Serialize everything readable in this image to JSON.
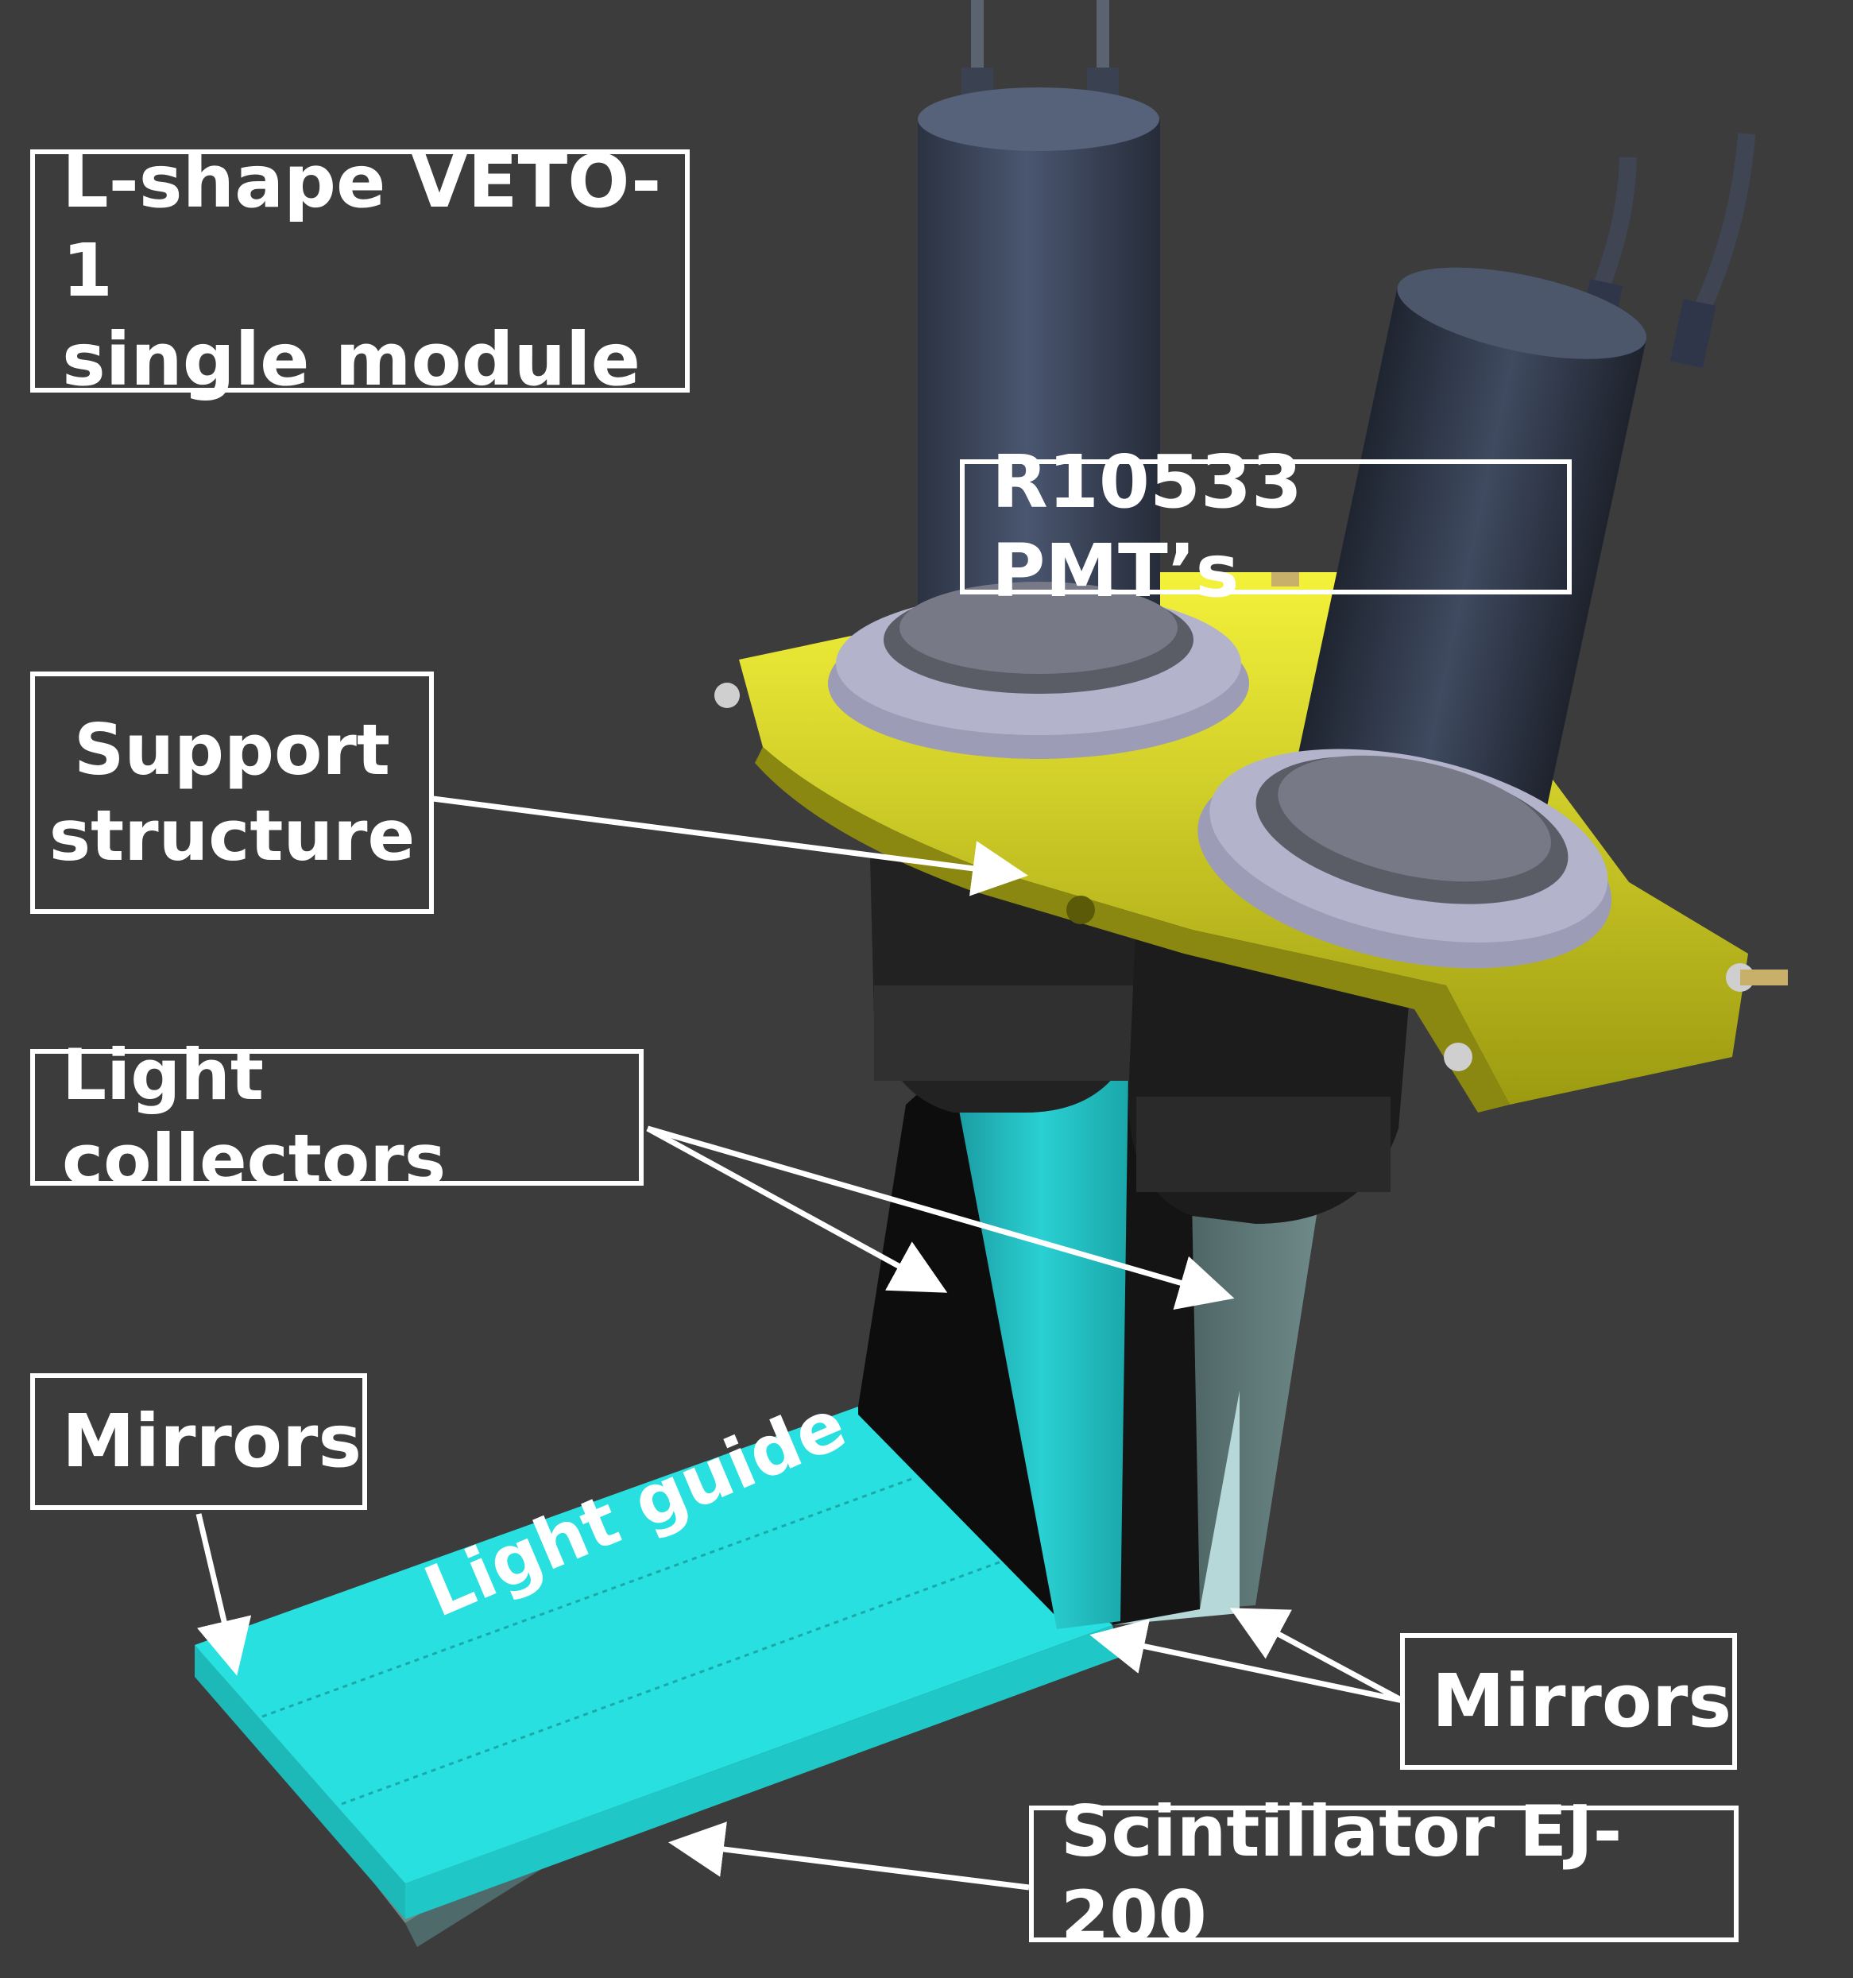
{
  "labels": {
    "title_line1": "L-shape VETO-1",
    "title_line2": "single module",
    "pmts": "R10533 PMT’s",
    "support_line1": "Support",
    "support_line2": "structure",
    "light_collectors": "Light collectors",
    "mirrors_left": "Mirrors",
    "mirrors_right": "Mirrors",
    "scintillator": "Scintillator EJ-200",
    "light_guide": "Light guide"
  },
  "colors": {
    "background": "#3c3c3c",
    "light_guide": "#27e0df",
    "light_collector_teal": "#25bcbf",
    "light_collector_grey": "#5d7a7a",
    "support_yellow": "#e9e81f",
    "pmt_body": "#3a4457",
    "flange": "#a8a8c2",
    "label_white": "#ffffff"
  }
}
